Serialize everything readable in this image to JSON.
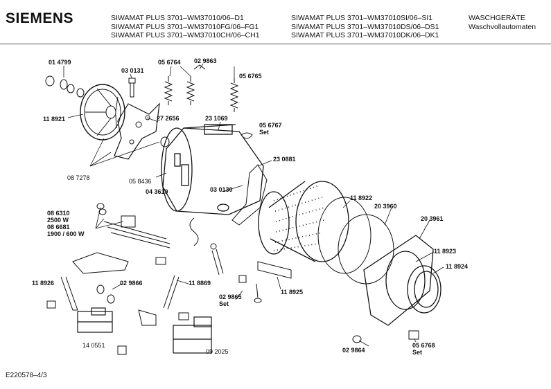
{
  "header": {
    "brand": "SIEMENS",
    "col1": [
      "SIWAMAT PLUS 3701–WM37010/06–D1",
      "SIWAMAT PLUS 3701–WM37010FG/06–FG1",
      "SIWAMAT PLUS 3701–WM37010CH/06–CH1"
    ],
    "col2": [
      "SIWAMAT PLUS 3701–WM37010SI/06–SI1",
      "SIWAMAT PLUS 3701–WM37010DS/06–DS1",
      "SIWAMAT PLUS 3701–WM37010DK/06–DK1"
    ],
    "col3": [
      "WASCHGERÄTE",
      "Waschvollautomaten"
    ]
  },
  "labels": {
    "p014799": "01 4799",
    "p030131": "03 0131",
    "p056764": "05 6764",
    "p029863": "02 9863",
    "p056765": "05 6765",
    "p118921": "11 8921",
    "p272656": "27 2656",
    "p231069": "23 1069",
    "p056767": "05 6767",
    "set1": "Set",
    "p230881": "23 0881",
    "p087278": "08 7278",
    "p058436": "05 8436",
    "p043619": "04 3619",
    "p030130": "03 0130",
    "p086310": "08 6310",
    "w2500": "2500 W",
    "p086681": "08 6681",
    "w1900": "1900 / 600 W",
    "p118922": "11 8922",
    "p203960": "20 3960",
    "p203961": "20 3961",
    "p118923": "11 8923",
    "p118924": "11 8924",
    "p118926": "11 8926",
    "p029866": "02 9866",
    "p118869": "11 8869",
    "p029865": "02 9865",
    "set2": "Set",
    "p118925": "11 8925",
    "p140551": "14 0551",
    "p092025": "09 2025",
    "p029864": "02 9864",
    "p056768": "05 6768",
    "set3": "Set"
  },
  "footer": {
    "code": "E220578–4/3"
  }
}
